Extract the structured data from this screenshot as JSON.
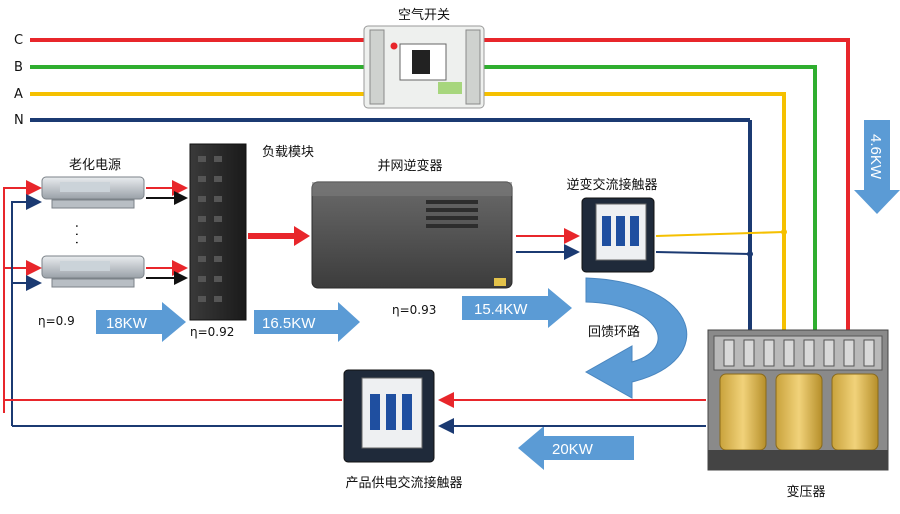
{
  "colors": {
    "phase_c": "#e8262b",
    "phase_b": "#2fae2f",
    "phase_a": "#f5c000",
    "neutral": "#1b3a72",
    "return": "#e8262b",
    "arrow_fill": "#5b9bd5"
  },
  "phases": {
    "c": "C",
    "b": "B",
    "a": "A",
    "n": "N"
  },
  "labels": {
    "air_switch": "空气开关",
    "aging_power": "老化电源",
    "load_module": "负载模块",
    "grid_inverter": "并网逆变器",
    "inverter_contactor": "逆变交流接触器",
    "feedback_loop": "回馈环路",
    "product_contactor": "产品供电交流接触器",
    "transformer": "变压器",
    "dots": "·  ·  ·"
  },
  "efficiency": {
    "power_supply": "η=0.9",
    "load_module": "η=0.92",
    "inverter": "η=0.93"
  },
  "power_arrows": {
    "p1": "18KW",
    "p2": "16.5KW",
    "p3": "15.4KW",
    "p4": "20KW",
    "p5": "4.6KW"
  }
}
